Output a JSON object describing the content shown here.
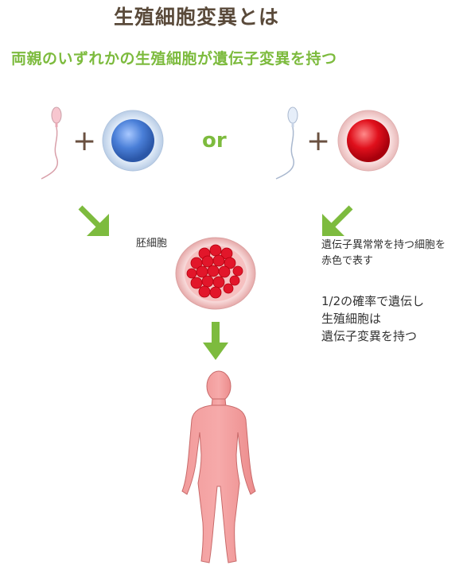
{
  "title": "生殖細胞変異とは",
  "subtitle": "両親のいずれかの生殖細胞が遺伝子変異を持つ",
  "plus_symbol": "+",
  "or_label": "or",
  "embryo_label": "胚細胞",
  "note_red": [
    "遺伝子異常常を持つ細胞を",
    "赤色で表す"
  ],
  "note_probability": [
    "1/2の確率で遺伝し",
    "生殖細胞は",
    "遺伝子変異を持つ"
  ],
  "colors": {
    "title": "#5a4a3a",
    "accent_green": "#7dbb3e",
    "normal_cell": "#4a7fd8",
    "mutant_cell": "#e0101c",
    "body": "#f08a8a"
  }
}
